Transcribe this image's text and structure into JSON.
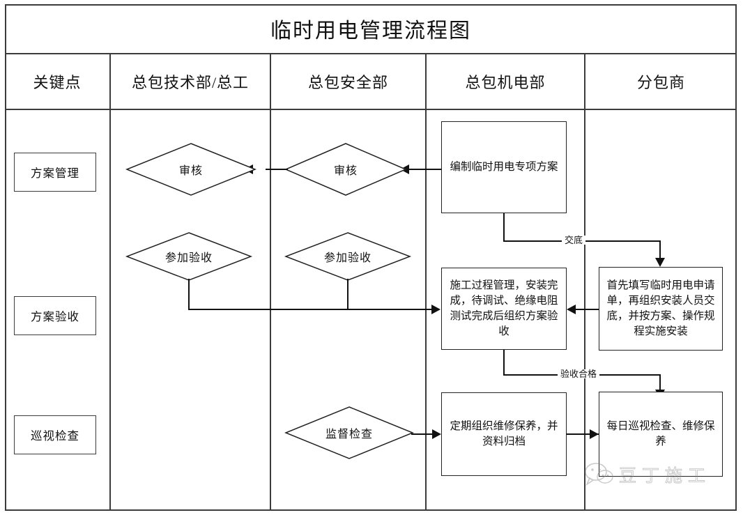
{
  "page": {
    "title": "临时用电管理流程图"
  },
  "columns": [
    {
      "id": "key-points",
      "label": "关键点"
    },
    {
      "id": "tech-dept",
      "label": "总包技术部/总工"
    },
    {
      "id": "safety-dept",
      "label": "总包安全部"
    },
    {
      "id": "me-dept",
      "label": "总包机电部"
    },
    {
      "id": "subcontractor",
      "label": "分包商"
    }
  ],
  "key_points": [
    {
      "id": "plan-management",
      "label": "方案管理"
    },
    {
      "id": "plan-acceptance",
      "label": "方案验收"
    },
    {
      "id": "patrol-inspection",
      "label": "巡视检查"
    }
  ],
  "nodes": {
    "review_tech": {
      "type": "decision",
      "label": "审核"
    },
    "review_safety": {
      "type": "decision",
      "label": "审核"
    },
    "join_accept_tech": {
      "type": "decision",
      "label": "参加验收"
    },
    "join_accept_safety": {
      "type": "decision",
      "label": "参加验收"
    },
    "supervise_check": {
      "type": "decision",
      "label": "监督检查"
    },
    "draft_plan": {
      "type": "process",
      "label": "编制临时用电专项方案"
    },
    "process_mgmt": {
      "type": "process",
      "label": "施工过程管理，安装完成，待调试、绝缘电阻测试完成后组织方案验收"
    },
    "maintenance": {
      "type": "process",
      "label": "定期组织维修保养，并资料归档"
    },
    "apply_install": {
      "type": "process",
      "label": "首先填写临时用电申请单，再组织安装人员交底，并按方案、操作规程实施安装"
    },
    "daily_patrol": {
      "type": "process",
      "label": "每日巡视检查、维修保养"
    }
  },
  "edge_labels": {
    "disclosure": "交底",
    "acceptance_passed": "验收合格"
  },
  "watermark": {
    "text": "豆丁施工",
    "icon": "wechat-speech-bubble-icon"
  },
  "colors": {
    "border": "#3b3b3b",
    "shape_stroke": "#222222",
    "connector": "#111111",
    "background": "#ffffff",
    "watermark": "#8a8a8a"
  }
}
